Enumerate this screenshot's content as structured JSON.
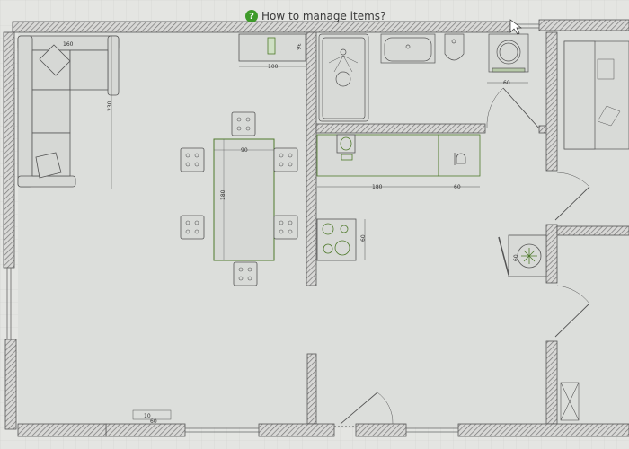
{
  "help": {
    "icon": "question-circle-icon",
    "label": "How to manage items?"
  },
  "colors": {
    "accent": "#3e9a2a",
    "furniture_outline": "#4f7a2c",
    "wall": "#8a8a8a",
    "floor": "#dcdedb"
  },
  "dimensions": {
    "sofa_width": "160",
    "sofa_length": "230",
    "cabinet_width": "100",
    "cabinet_depth": "36",
    "table_width": "90",
    "table_length": "180",
    "washer_width": "60",
    "counter_width": "180",
    "dishwasher_width": "60",
    "stove_width": "60",
    "fridge_width": "60",
    "window_width": "60",
    "window_height": "10"
  }
}
